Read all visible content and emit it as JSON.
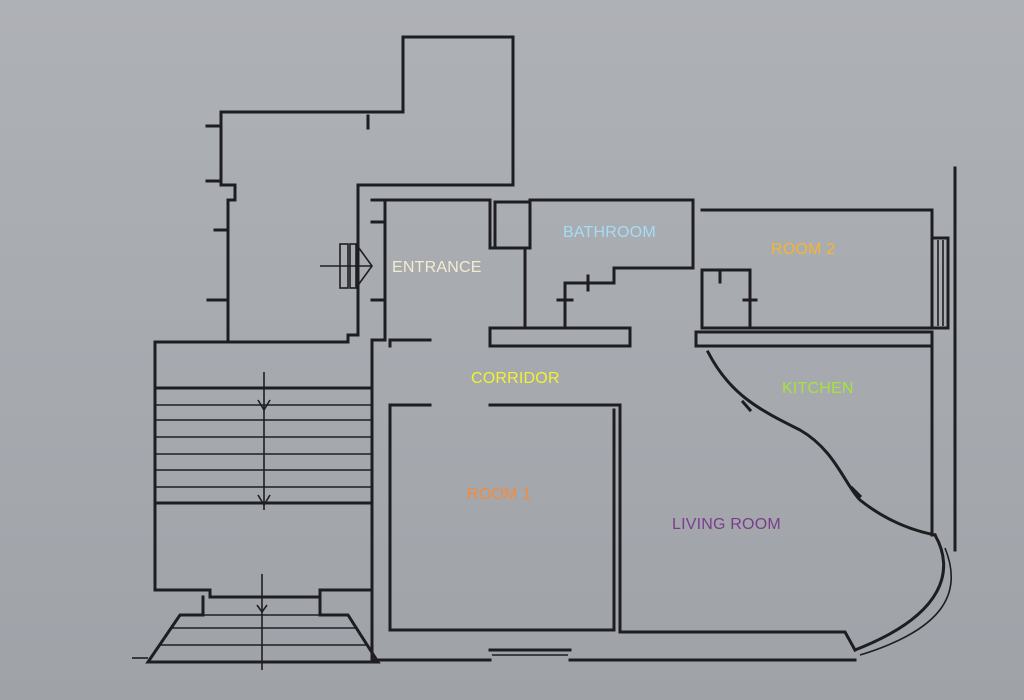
{
  "plan": {
    "rooms": [
      {
        "id": "entrance",
        "label": "ENTRANCE",
        "color": "#f3ecd2"
      },
      {
        "id": "bathroom",
        "label": "BATHROOM",
        "color": "#a7dcf6"
      },
      {
        "id": "room2",
        "label": "ROOM 2",
        "color": "#f5b531"
      },
      {
        "id": "corridor",
        "label": "CORRIDOR",
        "color": "#f2f231"
      },
      {
        "id": "kitchen",
        "label": "KITCHEN",
        "color": "#a6e33a"
      },
      {
        "id": "room1",
        "label": "ROOM 1",
        "color": "#f58a3a"
      },
      {
        "id": "living",
        "label": "LIVING ROOM",
        "color": "#7a3d8e"
      }
    ]
  }
}
